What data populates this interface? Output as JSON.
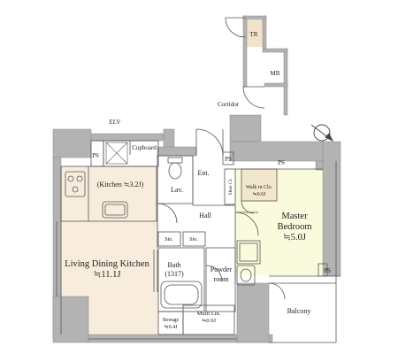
{
  "labels": {
    "tr": "TR",
    "mb": "MB",
    "corridor": "Corridor",
    "elv": "ELV",
    "cupboard": "Cupboard",
    "ps_top_left": "PS",
    "ps_ent": "PS",
    "ps_bed_top": "PS",
    "ps_bed_bottom": "PS",
    "kitchen": "(Kitchen ≒3.2J)",
    "lav": "Lav.",
    "ent": "Ent.",
    "shoe_cl": "Shoe Cl.",
    "walkin_line1": "Walk in Clo.",
    "walkin_line2": "≒0.6J",
    "hall": "Hall",
    "sto1": "Sto.",
    "sto2": "Sto.",
    "master_line1": "Master",
    "master_line2": "Bedroom",
    "master_line3": "≒5.0J",
    "ldk_line1": "Living Dining Kitchen",
    "ldk_line2": "≒11.1J",
    "bath_line1": "Bath",
    "bath_line2": "(1317)",
    "powder_line1": "Powder",
    "powder_line2": "room",
    "balcony": "Balcony",
    "storage_line1": "Storage",
    "storage_line2": "≒0.4J",
    "multilin_line1": "Multi Lin.",
    "multilin_line2": "≒0.9J"
  },
  "colors": {
    "wall": "#b3b3b3",
    "wall_stroke": "#8a8a8a",
    "living_floor": "#f8eddc",
    "bedroom_floor": "#fafadc",
    "walkin_floor": "#f3e6cf",
    "tr_floor": "#f2e3c9",
    "line": "#555555"
  },
  "icons": [
    "compass-icon",
    "stove-icon",
    "sink-icon",
    "toilet-icon",
    "bathtub-icon",
    "washbasin-icon",
    "washer-icon"
  ]
}
